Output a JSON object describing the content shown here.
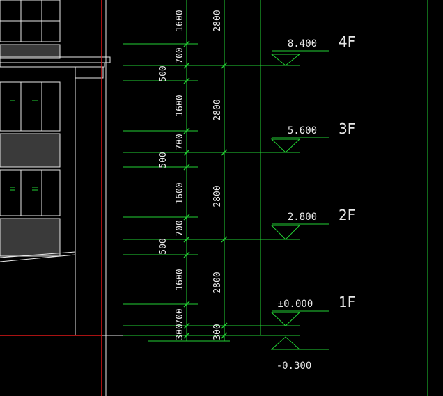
{
  "colors": {
    "background": "#000000",
    "green": "#22d033",
    "white": "#e8e8e8",
    "red": "#e01818",
    "hatch": "#cfcfcf"
  },
  "floors": [
    {
      "label": "4F",
      "elevation": "8.400"
    },
    {
      "label": "3F",
      "elevation": "5.600"
    },
    {
      "label": "2F",
      "elevation": "2.800"
    },
    {
      "label": "1F",
      "elevation": "±0.000"
    }
  ],
  "ground_elevation": "-0.300",
  "dims": {
    "window": "1600",
    "wall": "700",
    "slab": "500",
    "floor_height": "2800",
    "plinth_left": "300",
    "base_700": "700",
    "plinth_right": "300"
  },
  "icons": {
    "elevation_marker": "triangle-down-icon",
    "ground_marker": "triangle-up-icon"
  }
}
